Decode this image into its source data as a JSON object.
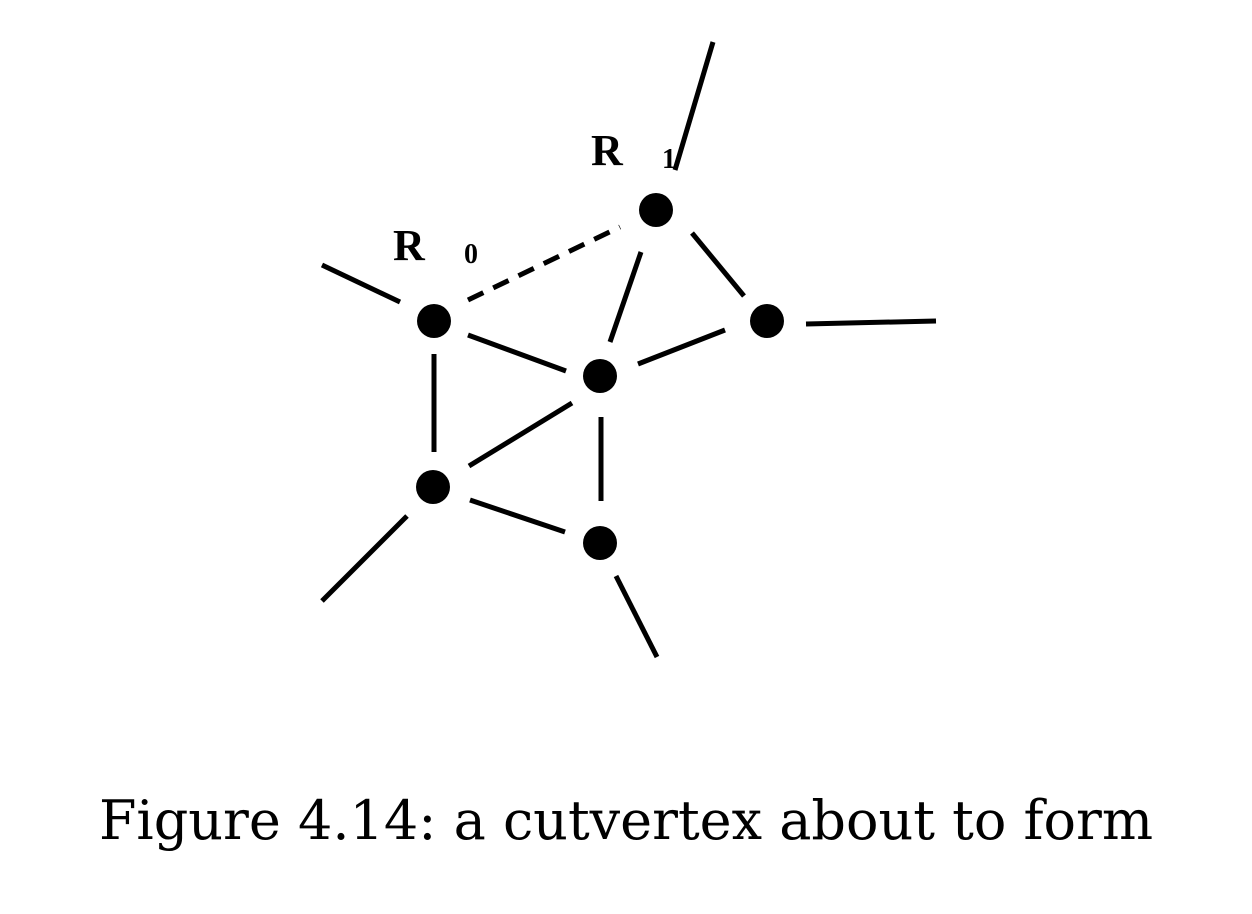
{
  "diagram": {
    "labels": [
      {
        "id": "R0",
        "main": "R",
        "sub": "0"
      },
      {
        "id": "R1",
        "main": "R",
        "sub": "1"
      }
    ],
    "nodes": [
      {
        "id": "r0",
        "label": "R0"
      },
      {
        "id": "r1",
        "label": "R1"
      },
      {
        "id": "center"
      },
      {
        "id": "right"
      },
      {
        "id": "lower-left"
      },
      {
        "id": "bottom"
      }
    ],
    "edges": [
      {
        "from": "r0",
        "to": "r1",
        "style": "dashed"
      },
      {
        "from": "r0",
        "to": "center",
        "style": "solid"
      },
      {
        "from": "r0",
        "to": "lower-left",
        "style": "solid"
      },
      {
        "from": "r1",
        "to": "center",
        "style": "solid"
      },
      {
        "from": "r1",
        "to": "right",
        "style": "solid"
      },
      {
        "from": "center",
        "to": "right",
        "style": "solid"
      },
      {
        "from": "center",
        "to": "lower-left",
        "style": "solid"
      },
      {
        "from": "center",
        "to": "bottom",
        "style": "solid"
      },
      {
        "from": "lower-left",
        "to": "bottom",
        "style": "solid"
      }
    ],
    "dangling_edges": [
      {
        "from": "r0"
      },
      {
        "from": "r1"
      },
      {
        "from": "right"
      },
      {
        "from": "lower-left"
      },
      {
        "from": "bottom"
      }
    ]
  },
  "caption": "Figure 4.14: a cutvertex about to form"
}
